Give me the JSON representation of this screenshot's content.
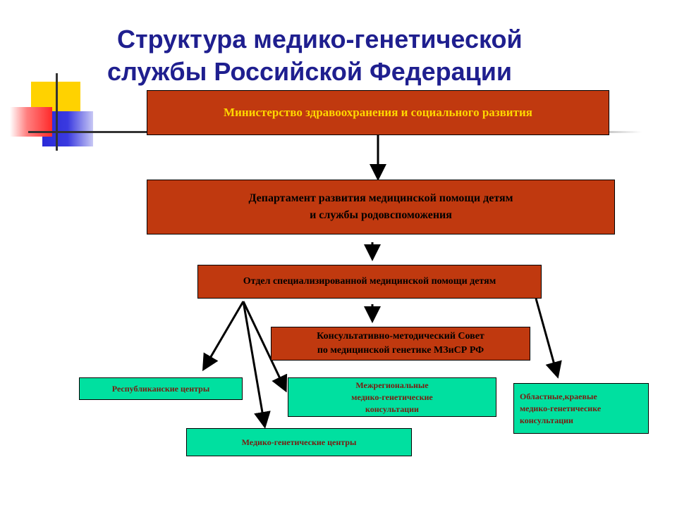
{
  "title": {
    "line1": "Структура медико-генетической",
    "line2": "службы Российской Федерации"
  },
  "boxes": {
    "ministry": "Министерство здравоохранения и социального развития",
    "department_line1": "Департамент развития медицинской помощи детям",
    "department_line2": "и службы родовспоможения",
    "division": "Отдел специализированной медицинской помощи детям",
    "council_line1": "Консультативно-методический Совет",
    "council_line2": "по медицинской генетике МЗиСР РФ",
    "republican": "Республиканские центры",
    "interregional_line1": "Межрегиональные",
    "interregional_line2": "медико-генетические",
    "interregional_line3": "консультации",
    "regional_line1": "Областные,краевые",
    "regional_line2": "медико-генетичесике",
    "regional_line3": "консультации",
    "genetic_centers": "Медико-генетические центры"
  },
  "colors": {
    "title": "#1f1f8f",
    "box_red": "#c0390f",
    "box_green": "#00e0a0",
    "text_yellow": "#ffd700"
  }
}
